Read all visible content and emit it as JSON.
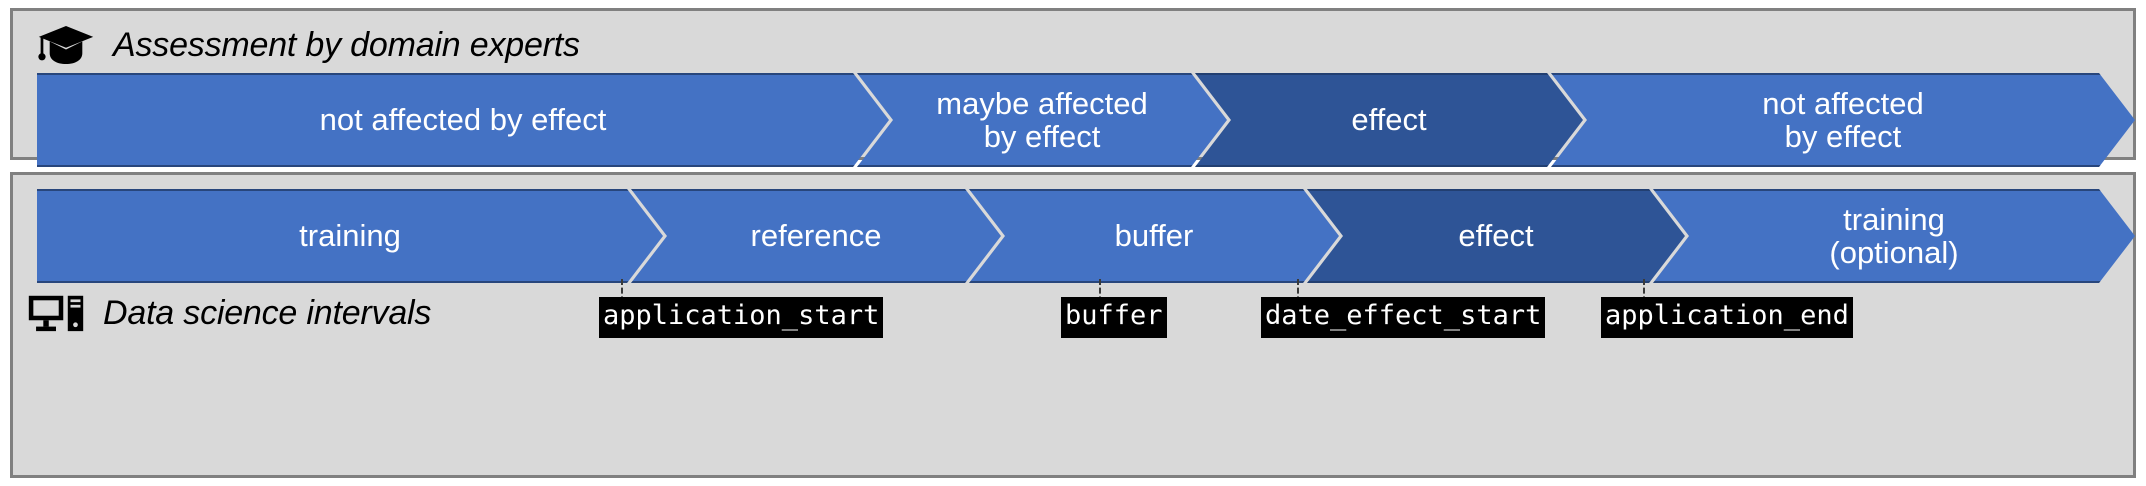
{
  "figure": {
    "title": "Assessment by domain experts / Data science intervals timeline",
    "colors": {
      "light_blue": "#4472C4",
      "dark_blue": "#2E5496",
      "panel_background": "#D9D9D9",
      "panel_border": "#808080",
      "label_background": "#000000",
      "label_text": "#FFFFFF",
      "chevron_text": "#FFFFFF"
    }
  },
  "top_panel": {
    "caption": "Assessment by domain experts",
    "icon": "graduation-cap-icon",
    "segments": [
      {
        "label": "not affected by effect",
        "tone": "light",
        "shape": "first"
      },
      {
        "label": "maybe affected\nby effect",
        "tone": "light",
        "shape": "mid"
      },
      {
        "label": "effect",
        "tone": "dark",
        "shape": "mid"
      },
      {
        "label": "not affected\nby effect",
        "tone": "light",
        "shape": "last"
      }
    ]
  },
  "bottom_panel": {
    "caption": "Data science intervals",
    "icon": "desktop-computer-icon",
    "segments": [
      {
        "label": "training",
        "tone": "light",
        "shape": "first"
      },
      {
        "label": "reference",
        "tone": "light",
        "shape": "mid"
      },
      {
        "label": "buffer",
        "tone": "light",
        "shape": "mid"
      },
      {
        "label": "effect",
        "tone": "dark",
        "shape": "mid"
      },
      {
        "label": "training\n(optional)",
        "tone": "light",
        "shape": "last"
      }
    ],
    "markers": [
      {
        "code": "application_start"
      },
      {
        "code": "buffer"
      },
      {
        "code": "date_effect_start"
      },
      {
        "code": "application_end"
      }
    ]
  }
}
